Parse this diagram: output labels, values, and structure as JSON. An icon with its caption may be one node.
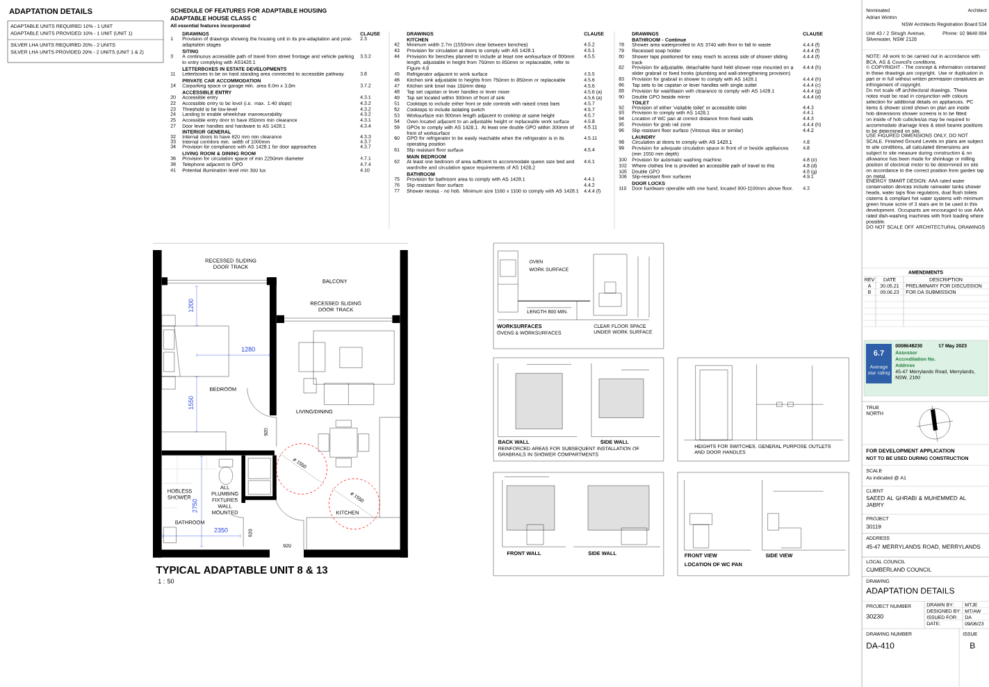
{
  "diagram": {
    "title": "ADAPTATION DETAILS",
    "labels": [
      "ADAPTABLE UNITS REQUIRED 10% - 1 UNIT",
      "ADAPTABLE UNITS PROVIDED 10% - 1 UNIT (UNIT 1)",
      "SILVER LHA UNITS REQUIRED 20% - 2 UNITS",
      "SILVER LHA UNITS PROVIDED 20% - 2 UNITS (UNIT 1 & 2)",
      "SCHEDULE OF FEATURES FOR ADAPTABLE HOUSING",
      "ADAPTABLE HOUSE CLASS C",
      "All essential features incorporated",
      "DRAWINGS",
      "CLAUSE",
      "1",
      "Provision of drawings showing the housing unit in its pre-adaptation and post-adaptation stages",
      "2.3",
      "SITING",
      "3",
      "A continuous accessible path of travel from street frontage and vehicle parking to entry complying with AS1428.1",
      "3.3.2",
      "LETTERBOXES IN ESTATE DEVELOPMENTS",
      "11",
      "Letterboxes to be on hard standing area connected to accessible pathway",
      "3.8",
      "PRIVATE CAR ACCOMMODATION",
      "14",
      "Carparking space or garage min. area 6.0m x 3.8m",
      "3.7.2",
      "ACCESSIBLE ENTRY",
      "20",
      "Accessible entry",
      "4.3.1",
      "22",
      "Accessible entry to be level (i.e. max. 1:40 slope)",
      "4.3.2",
      "23",
      "Threshold to be low-level",
      "4.3.2",
      "24",
      "Landing to enable wheelchair manoeuvrability",
      "4.3.2",
      "25",
      "Accessible entry door to have 850mm min clearance",
      "4.3.1",
      "27",
      "Door lever handles and hardware to AS 1428.1",
      "4.3.4",
      "INTERIOR GENERAL",
      "32",
      "Internal doors to have 820 mm min clearance",
      "4.3.3",
      "33",
      "Internal corridors min. width of 1000mm",
      "4.3.7",
      "34",
      "Provision for compliance with AS 1428.1 for door approaches",
      "4.3.7",
      "LIVING ROOM & DINING ROOM",
      "36",
      "Provision for circulation space of min 2250mm diameter",
      "4.7.1",
      "38",
      "Telephone adjacent to GPO",
      "4.7.4",
      "41",
      "Potential illumination level min 300 lux",
      "4.10",
      "DRAWINGS",
      "CLAUSE",
      "KITCHEN",
      "42",
      "Minimum width 2.7m (1550mm clear between benches)",
      "4.5.2",
      "43",
      "Provision for circulation at doors to comply with AS 1428.1",
      "4.5.1",
      "44",
      "Provision for benches planned to include at least one worksurface of 800mm length, adjustable in height from 750mm to 850mm or replaceable, refer to Figure 4.8",
      "4.5.5",
      "45",
      "Refrigerator adjacent to work surface",
      "4.5.5",
      "46",
      "Kitchen sink adjustable to heights from 750mm to 850mm or replaceable",
      "4.5.6",
      "47",
      "Kitchen sink bowl max 150mm deep",
      "4.5.6",
      "48",
      "Tap set capstan or lever handles or lever mixer",
      "4.5.6 (a)",
      "49",
      "Tap set located within 300mm of front of sink",
      "4.5.6 (a)",
      "51",
      "Cooktops to include either front or side controls with raised cross bars",
      "4.5.7",
      "52",
      "Cooktops to include isolating switch",
      "4.5.7",
      "53",
      "Worksurface min 800mm length adjacent to cooktop at same height",
      "4.5.7",
      "54",
      "Oven located adjacent to an adjustable height or replaceable work surface",
      "4.5.8",
      "59",
      "GPOs to comply with AS 1428.1. At least one double GPO within 300mm of front of worksurface",
      "4.5.11",
      "60",
      "GPO for refrigerator to be easily reachable when the refrigerator is in its operating position",
      "4.5.11",
      "61",
      "Slip resistant floor surface",
      "4.5.4",
      "MAIN BEDROOM",
      "62",
      "At least one bedroom of area sufficient to accommodate queen size bed and wardrobe and circulation space requirements of AS 1428.2",
      "4.6.1",
      "BATHROOM",
      "75",
      "Provision for bathroom area to comply with AS 1428.1",
      "4.4.1",
      "76",
      "Slip resistant floor surface",
      "4.4.2",
      "77",
      "Shower recess - no hob. Minimum size 1160 x 1100 to comply with AS 1428.1",
      "4.4.4 (f)",
      "DRAWINGS",
      "CLAUSE",
      "BATHROOM - Continue",
      "78",
      "Shower area waterproofed to AS 3740 with floor to fall to waste",
      "4.4.4 (f)",
      "79",
      "Recessed soap holder",
      "4.4.4 (f)",
      "80",
      "Shower taps positioned for easy reach to access side of shower sliding track",
      "4.4.4 (f)",
      "82",
      "Provision for adjustable, detachable hand held shower rose mounted on a slider grabrail or fixed hooks (plumbing and wall-strengthening provision)",
      "4.4.4 (h)",
      "83",
      "Provision for grabrail in shower to comply with AS 1428.1",
      "4.4.4 (h)",
      "86",
      "Tap sets to be capstan or lever handles with single outlet",
      "4.4.4 (c)",
      "88",
      "Provision for washbasin with clearance to comply with AS 1428.1",
      "4.4.4 (g)",
      "90",
      "Double GPO beside mirror",
      "4.4.4 (d)",
      "TOILET",
      "92",
      "Provision of either 'visitable toilet' or accessible toilet",
      "4.4.3",
      "93",
      "Provision to comply with AS 1428.1",
      "4.4.1",
      "94",
      "Location of WC pan at correct distance from fixed walls",
      "4.4.3",
      "95",
      "Provision for grab rail zone",
      "4.4.4 (h)",
      "96",
      "Slip resistant floor surface (Vitreous tiles or similar)",
      "4.4.2",
      "LAUNDRY",
      "98",
      "Circulation at doors to comply with AS 1428.1",
      "4.8",
      "99",
      "Provision for adequate circulation space in front of or beside appliances (min 1550 mm depth)",
      "4.8",
      "100",
      "Provision for automatic washing machine",
      "4.8 (e)",
      "102",
      "Where clothes line is provided an accessible path of travel to this",
      "4.8 (d)",
      "105",
      "Double GPO",
      "4.8 (g)",
      "106",
      "Slip-resistant floor surfaces",
      "4.9.1",
      "DOOR LOCKS",
      "110",
      "Door hardware operable with one hand, located 900-1100mm above floor.",
      "4.3",
      "OVEN",
      "WORK SURFACE",
      "LENGTH 800 MIN.",
      "WORKSURFACES",
      "OVENS & WORKSURFACES",
      "CLEAR FLOOR SPACE UNDER WORK SURFACE",
      "BACK WALL",
      "SIDE WALL",
      "REINFORCED AREAS FOR SUBSEQUENT INSTALLATION OF GRABRAILS IN SHOWER COMPARTMENTS",
      "HEIGHTS FOR SWITCHES, GENERAL PURPOSE OUTLETS AND DOOR HANDLES",
      "FRONT WALL",
      "SIDE WALL",
      "FRONT VIEW",
      "SIDE VIEW",
      "LOCATION OF WC PAN",
      "RECESSED SLIDING DOOR TRACK",
      "BALCONY",
      "RECESSED SLIDING DOOR TRACK",
      "1200",
      "1280",
      "BEDROOM",
      "1550",
      "LIVING/DINING",
      "920",
      "ø 1550",
      "HOBLESS SHOWER",
      "ALL PLUMBING FIXTURES WALL MOUNTED",
      "2750",
      "ø 1550",
      "KITCHEN",
      "BATHROOM",
      "2350",
      "920",
      "920",
      "TYPICAL ADAPTABLE UNIT 8 & 13",
      "1 : 50",
      "Nominated",
      "Architect",
      "Adrian Winton",
      "NSW Architects Registration Board 534",
      "Unit 43 / 2 Slough Avenue, Silverwater, NSW 2128",
      "Phone: 02 9648 884",
      "NOTE: All work to be carried out in accordance with BCA, AS & Council's conditions.",
      "© COPYRIGHT - The concept & information contained in these drawings are copyright. Use or duplication in part or in full without written permission constitutes an infringement of copyright.",
      "Do not scale off architectural drawings. These notes must be read in conjunction with colours selection for additional details on appliances. PC items & shower sized shown on plan are inside hob dimensions shower screens is to be fitted on inside of hob cubicles/as may be required to accommodate drainage lines & steel beams positions to be determined on site.",
      "USE FIGURED DIMENSIONS ONLY, DO NOT SCALE. Finished Ground Levels on plans are subject to site conditions, all calculated dimensions are subject to site measure during construction & no allowance has been made for shrinkage or milling position of electrical meter to be determined on site on accordance to the correct position from garden tap on metal.",
      "ENERGY SMART DESIGN: AAA rated water conservation devices include rainwater tanks shower heads, water taps flow regulators, dual flush toilets cisterns & compliant hot water systems with minimum green house score of 3 stars are to be used in this development. Occupants are encouraged to use AAA rated dish-washing machines with front loading where possible.",
      "DO NOT SCALE OFF ARCHITECTURAL DRAWINGS",
      "AMENDMENTS",
      "REV",
      "DATE",
      "DESCRIPTION",
      "A",
      "30.05.21",
      "PRELIMINARY FOR DISCUSSION",
      "B",
      "09.06.23",
      "FOR DA SUBMISSION",
      "0008648230",
      "17 May 2023",
      "6.7",
      "Assessor",
      "Accreditation No.",
      "Average star rating",
      "Address",
      "45-47 Merrylands Road, Merrylands, NSW, 2160",
      "TRUE NORTH",
      "FOR DEVELOPMENT APPLICATION",
      "NOT TO BE USED DURING CONSTRUCTION",
      "SCALE",
      "As indicated @ A1",
      "CLIENT",
      "SAEED AL GHRABI & MUHEMMED AL JABRY",
      "PROJECT",
      "30119",
      "ADDRESS",
      "45-47 MERRYLANDS ROAD, MERRYLANDS",
      "LOCAL COUNCIL",
      "CUMBERLAND COUNCIL",
      "DRAWING",
      "ADAPTATION DETAILS",
      "PROJECT NUMBER",
      "DRAWN BY:",
      "MTJE",
      "DESIGNED BY:",
      "MT/AW",
      "30230",
      "ISSUED FOR:",
      "DA",
      "DATE:",
      "09/06/23",
      "DRAWING NUMBER",
      "ISSUE",
      "DA-410",
      "B"
    ]
  }
}
